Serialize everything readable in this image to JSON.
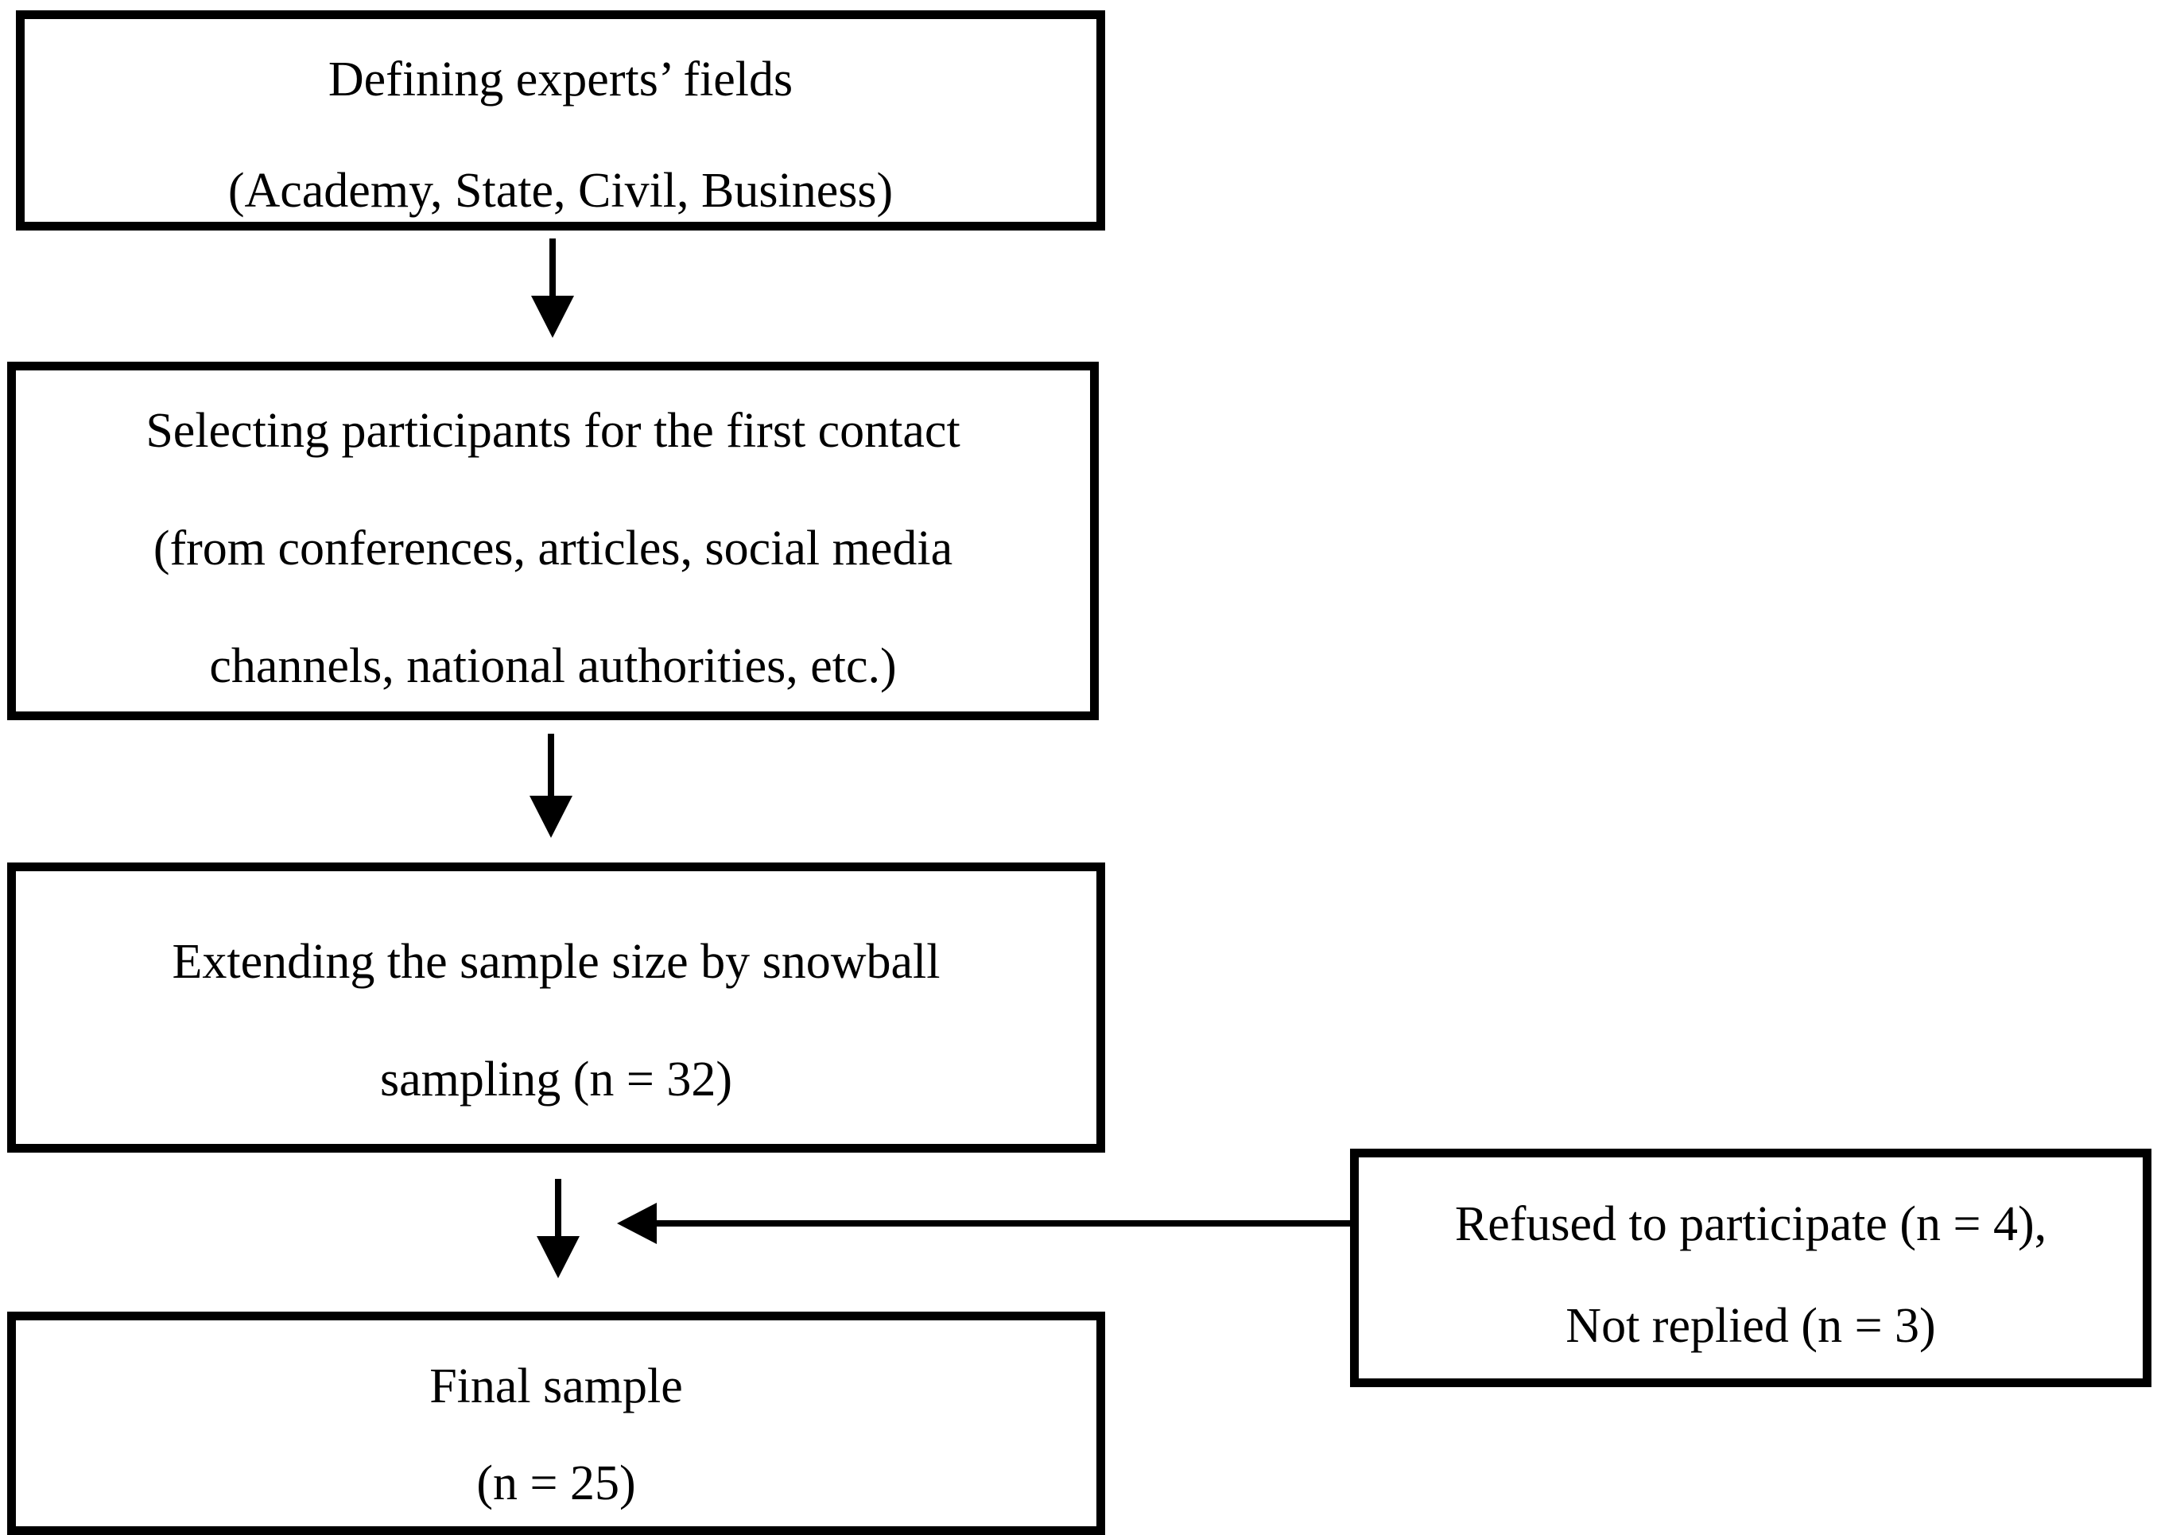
{
  "flowchart": {
    "colors": {
      "background": "#ffffff",
      "box_fill": "#ffffff",
      "box_border": "#000000",
      "text": "#000000",
      "arrow": "#000000"
    },
    "boxes": [
      {
        "id": "defining-experts-fields",
        "lines": [
          "Defining experts’ fields",
          "(Academy, State, Civil, Business)"
        ]
      },
      {
        "id": "selecting-participants",
        "lines": [
          "Selecting participants for the first contact",
          "(from conferences, articles, social media",
          "channels, national authorities, etc.)"
        ]
      },
      {
        "id": "extending-sample",
        "lines": [
          "Extending the sample size by snowball",
          "sampling (n = 32)"
        ]
      },
      {
        "id": "final-sample",
        "lines": [
          "Final sample",
          "(n = 25)"
        ]
      },
      {
        "id": "refusals",
        "lines": [
          "Refused to participate (n = 4),",
          "Not replied (n = 3)"
        ]
      }
    ],
    "sample_sizes": {
      "snowball_sample": 32,
      "refused_to_participate": 4,
      "not_replied": 3,
      "final_sample": 25
    },
    "connectors": [
      {
        "type": "arrow-down",
        "from": "defining-experts-fields",
        "to": "selecting-participants"
      },
      {
        "type": "arrow-down",
        "from": "selecting-participants",
        "to": "extending-sample"
      },
      {
        "type": "arrow-down",
        "from": "extending-sample",
        "to": "final-sample"
      },
      {
        "type": "arrow-left",
        "from": "refusals",
        "to": "extending-sample-to-final-sample-arrow"
      }
    ]
  }
}
